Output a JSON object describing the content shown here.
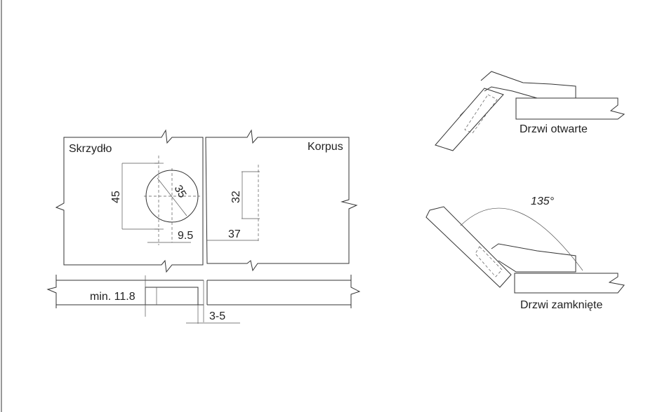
{
  "labels": {
    "wing": "Skrzydło",
    "body": "Korpus",
    "door_open": "Drzwi otwarte",
    "door_closed": "Drzwi zamknięte"
  },
  "dimensions": {
    "cup_diameter": "35",
    "hole_spacing_wing": "45",
    "offset_wing": "9.5",
    "hole_spacing_body": "32",
    "offset_body": "37",
    "min_thickness": "min. 11.8",
    "gap": "3-5",
    "opening_angle": "135°"
  }
}
